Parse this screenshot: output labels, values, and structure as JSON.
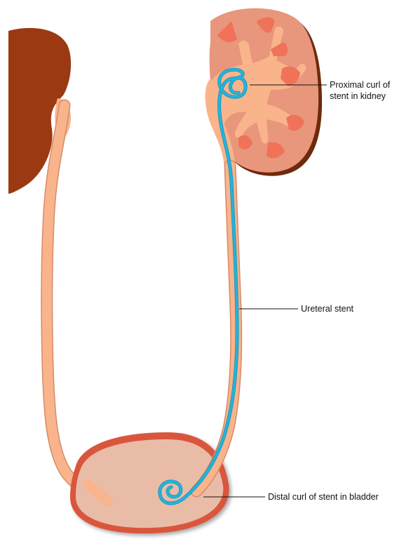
{
  "labels": {
    "proximal_line1": "Proximal curl of",
    "proximal_line2": "stent in kidney",
    "ureteral_stent": "Ureteral stent",
    "distal_curl": "Distal curl of stent in bladder"
  },
  "colors": {
    "kidney_dark": "#9b3a12",
    "kidney_body": "#e8967c",
    "kidney_shadow": "#6e2a0c",
    "calyx": "#f9b48c",
    "pyramid": "#f07258",
    "ureter": "#f9b48c",
    "stent": "#22b4dc",
    "bladder_fill": "#e9bca8",
    "bladder_rim": "#d9573e",
    "leader_line": "#111111"
  }
}
